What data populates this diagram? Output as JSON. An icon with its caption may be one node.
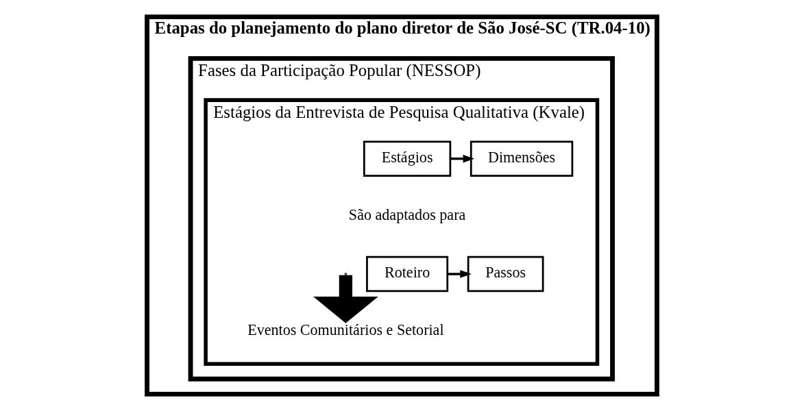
{
  "diagram": {
    "nodes": [
      {
        "text": [
          "Etapas do planejamento do plano diretor de São José-SC (TR.04-10)"
        ]
      },
      {
        "text": [
          "Fases da Participação Popular (NESSOP)"
        ],
        "in": 0
      },
      {
        "text": [
          "Estágios da Entrevista de Pesquisa Qualitativa (Kvale)"
        ],
        "in": 1
      },
      {
        "text": [
          "Estágios"
        ],
        "in": 2
      },
      {
        "text": [
          "Dimensões"
        ],
        "in": 2
      },
      {
        "text": [
          "Roteiro"
        ],
        "in": 2
      },
      {
        "text": [
          "Passos"
        ],
        "in": 2
      },
      {
        "text": [
          "Eventos Comunitários e Setorial"
        ],
        "in": 2
      }
    ],
    "edges": [
      {
        "from": 3,
        "to": 4,
        "arrow": "to"
      },
      {
        "from": 5,
        "to": 6,
        "arrow": "to"
      },
      {
        "from": null,
        "to": 7,
        "arrow": "to",
        "style": "thick"
      }
    ],
    "labels": [
      "São adaptados para"
    ]
  }
}
